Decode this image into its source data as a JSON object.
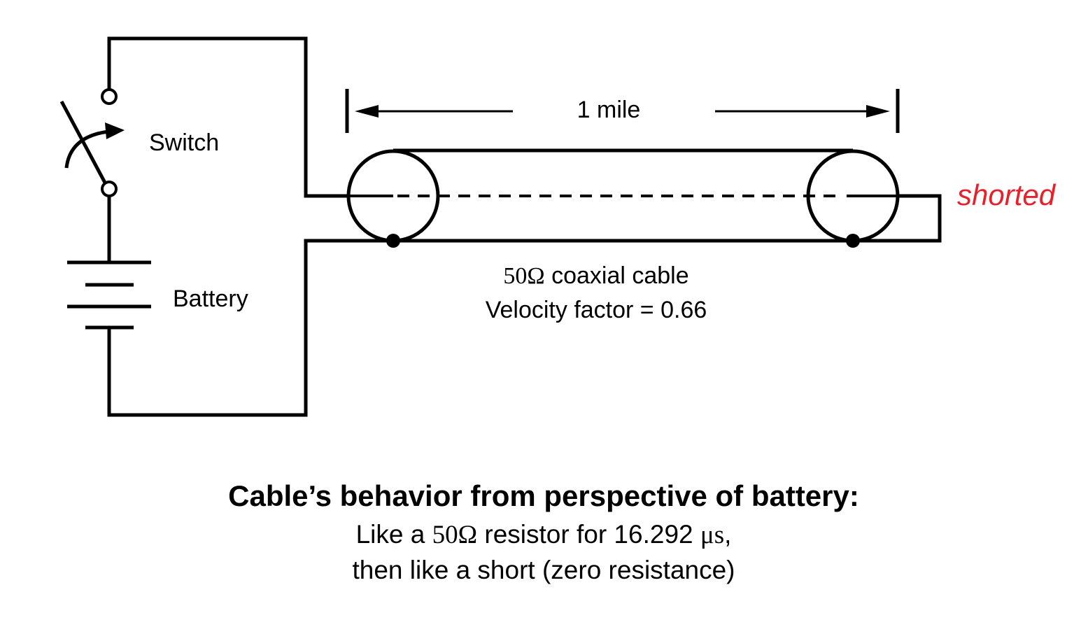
{
  "labels": {
    "switch": "Switch",
    "battery": "Battery",
    "length": "1 mile",
    "shorted": "shorted",
    "cable_impedance": "50Ω",
    "cable_type": " coaxial cable",
    "velocity_factor": "Velocity factor = 0.66"
  },
  "caption": {
    "title": "Cable’s behavior from perspective of battery:",
    "line1_prefix": "Like a ",
    "line1_impedance": "50Ω",
    "line1_mid": " resistor for 16.292 ",
    "line1_unit": "μs",
    "line1_suffix": ",",
    "line2": "then like a short (zero resistance)"
  },
  "colors": {
    "ink": "#000000",
    "shorted": "#e8202a"
  }
}
